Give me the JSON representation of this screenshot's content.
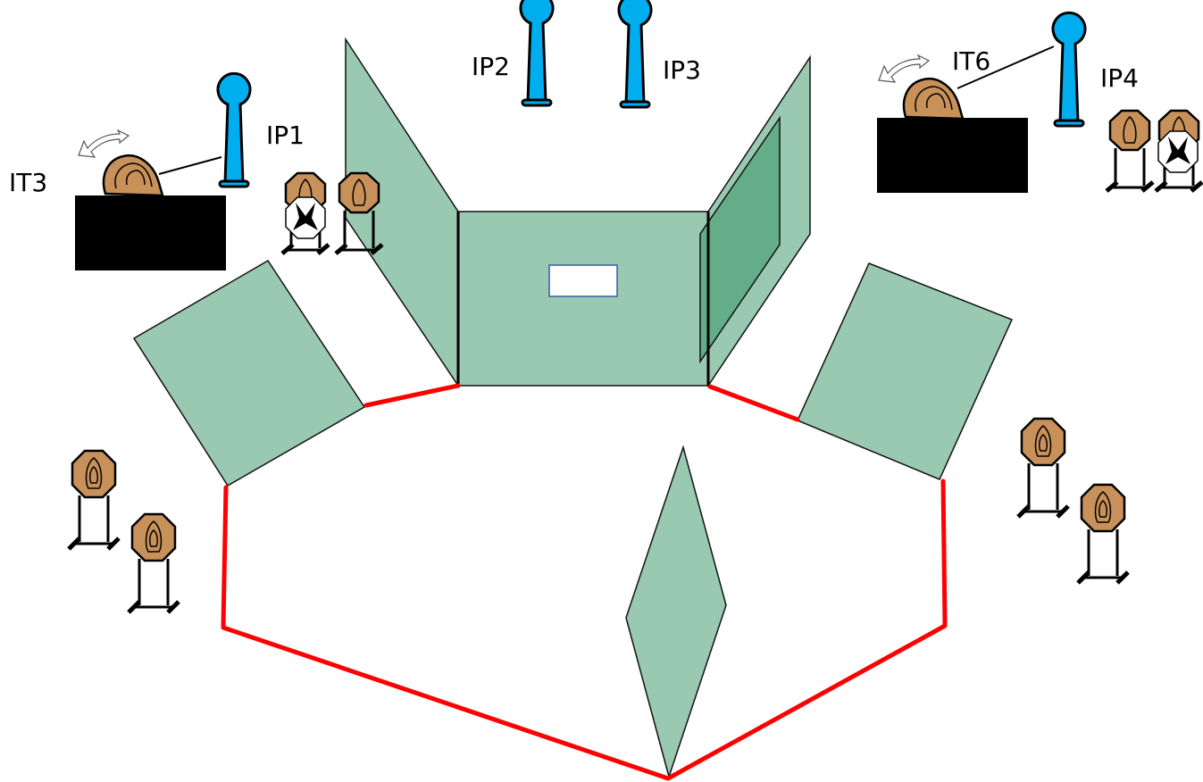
{
  "labels": {
    "it3": "IT3",
    "ip1": "IP1",
    "ip2": "IP2",
    "ip3": "IP3",
    "it6": "IT6",
    "ip4": "IP4"
  },
  "colors": {
    "panel": "#9ac9b1",
    "panel_dark": "#63ad88",
    "fault_line": "#ff0000",
    "popper": "#00adef",
    "steel_plate": "#c8915a",
    "table": "#000000"
  },
  "icons": {
    "popper": "popper-target-icon",
    "swinger": "swinging-plate-icon",
    "plate_stand": "steel-plate-stand-icon",
    "no_shoot": "no-shoot-plate-icon",
    "swing_arrow": "swing-arrow-icon"
  }
}
